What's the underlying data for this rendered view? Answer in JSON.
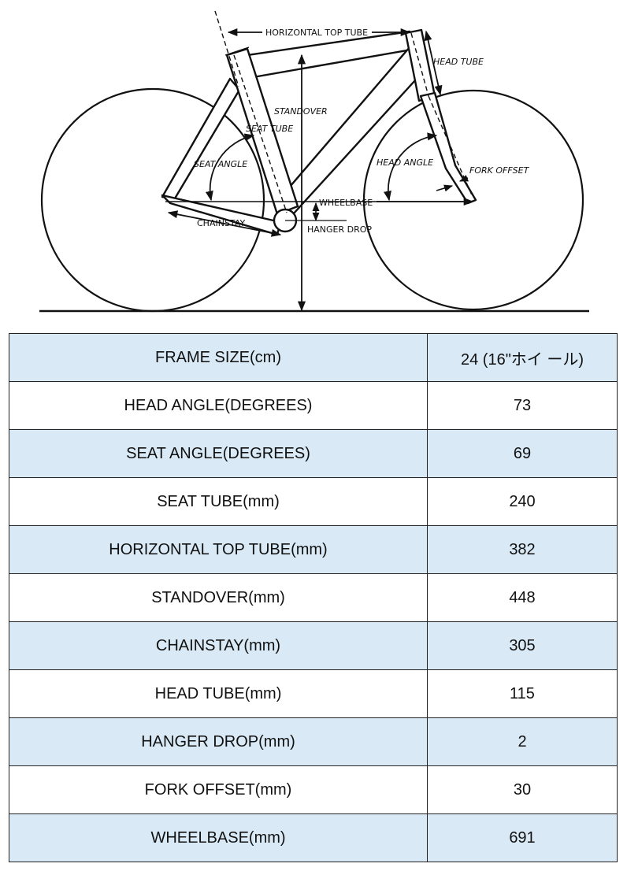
{
  "diagram": {
    "labels": {
      "horizontal_top_tube": "HORIZONTAL TOP TUBE",
      "head_tube": "HEAD TUBE",
      "standover": "STANDOVER",
      "seat_tube": "SEAT TUBE",
      "seat_angle": "SEAT ANGLE",
      "head_angle": "HEAD ANGLE",
      "fork_offset": "FORK OFFSET",
      "wheelbase": "WHEELBASE",
      "chainstay": "CHAINSTAY",
      "hanger_drop": "HANGER DROP"
    }
  },
  "colors": {
    "row_shaded": "#d9eaf6",
    "row_plain": "#ffffff",
    "line": "#111111"
  },
  "table": {
    "rows": [
      {
        "label": "FRAME SIZE(cm)",
        "value": "24 (16\"ホイ ール)"
      },
      {
        "label": "HEAD ANGLE(DEGREES)",
        "value": "73"
      },
      {
        "label": "SEAT ANGLE(DEGREES)",
        "value": "69"
      },
      {
        "label": "SEAT TUBE(mm)",
        "value": "240"
      },
      {
        "label": "HORIZONTAL TOP TUBE(mm)",
        "value": "382"
      },
      {
        "label": "STANDOVER(mm)",
        "value": "448"
      },
      {
        "label": "CHAINSTAY(mm)",
        "value": "305"
      },
      {
        "label": "HEAD TUBE(mm)",
        "value": "115"
      },
      {
        "label": "HANGER DROP(mm)",
        "value": "2"
      },
      {
        "label": "FORK OFFSET(mm)",
        "value": "30"
      },
      {
        "label": "WHEELBASE(mm)",
        "value": "691"
      }
    ]
  }
}
